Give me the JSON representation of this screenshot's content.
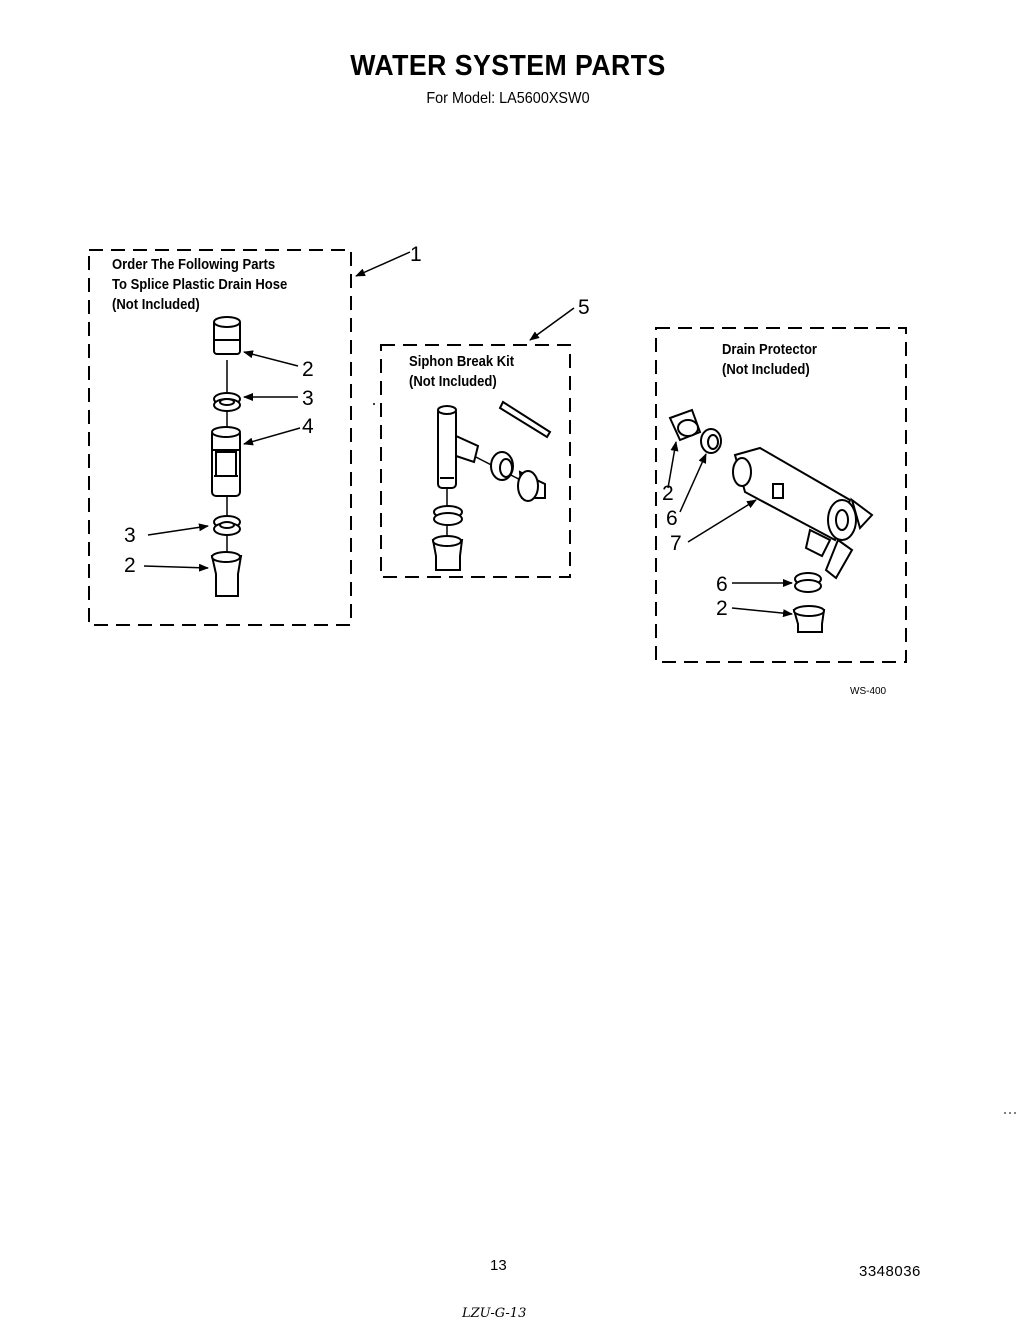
{
  "header": {
    "title": "WATER SYSTEM PARTS",
    "model_line": "For Model: LA5600XSW0"
  },
  "boxes": {
    "splice": {
      "lines": [
        "Order The Following Parts",
        "To Splice Plastic Drain Hose",
        "(Not Included)"
      ]
    },
    "siphon": {
      "lines": [
        "Siphon Break Kit",
        "(Not Included)"
      ]
    },
    "drain": {
      "lines": [
        "Drain Protector",
        "(Not Included)"
      ]
    }
  },
  "callouts": {
    "c1": "1",
    "c2a": "2",
    "c3a": "3",
    "c4": "4",
    "c3b": "3",
    "c2b": "2",
    "c5": "5",
    "c2c": "2",
    "c6a": "6",
    "c7": "7",
    "c6b": "6",
    "c2d": "2"
  },
  "figure_code": "WS-400",
  "footer": {
    "page_number": "13",
    "document_number": "3348036",
    "handwritten_note": "LZU-G-13"
  }
}
